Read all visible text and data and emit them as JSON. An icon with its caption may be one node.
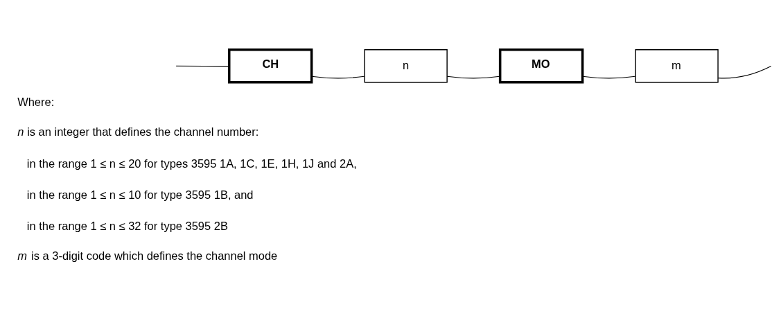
{
  "diagram": {
    "nodes": [
      {
        "text": [
          "CH"
        ]
      },
      {
        "text": [
          "n"
        ]
      },
      {
        "text": [
          "MO"
        ]
      },
      {
        "text": [
          "m"
        ]
      }
    ],
    "edges": [
      {
        "from": null,
        "to": 0,
        "arrow": "none"
      },
      {
        "from": 0,
        "to": 1,
        "arrow": "none"
      },
      {
        "from": 1,
        "to": 2,
        "arrow": "none"
      },
      {
        "from": 2,
        "to": 3,
        "arrow": "none"
      },
      {
        "from": 3,
        "to": null,
        "arrow": "none"
      }
    ],
    "labels": [
      "Where:",
      "*n* is an integer that defines the channel number:",
      "in the range 1 ≤ n ≤ 20 for types 3595 1A, 1C, 1E, 1H, 1J and 2A,",
      "in the range 1 ≤ n ≤ 10 for type 3595 1B, and",
      "in the range 1 ≤ n ≤ 32 for type 3595 2B",
      "*m* is a 3-digit code which defines the channel mode"
    ]
  }
}
